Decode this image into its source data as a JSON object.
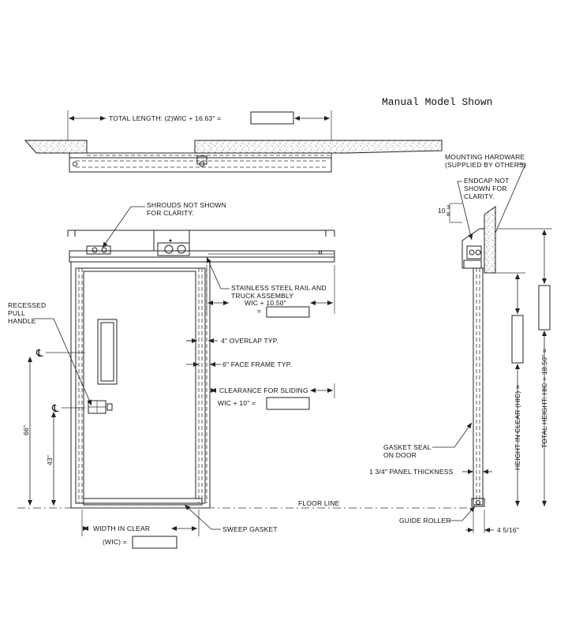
{
  "title": "Manual Model Shown",
  "labels": {
    "total_length": "TOTAL LENGTH: (2)WIC + 16.63\" =",
    "shrouds_1": "SHROUDS NOT SHOWN",
    "shrouds_2": "FOR CLARITY.",
    "mounting_1": "MOUNTING HARDWARE",
    "mounting_2": "(SUPPLIED BY OTHERS)",
    "endcap_1": "ENDCAP NOT",
    "endcap_2": "SHOWN FOR",
    "endcap_3": "CLARITY.",
    "dim_10_whole": "10",
    "dim_10_num": "3",
    "dim_10_den": "8",
    "recessed_1": "RECESSED",
    "recessed_2": "PULL",
    "recessed_3": "HANDLE",
    "rail_1": "STAINLESS STEEL RAIL AND",
    "rail_2": "TRUCK ASSEMBLY",
    "rail_3": "WIC + 10.50\"",
    "rail_4": "=",
    "overlap": "4\" OVERLAP TYP.",
    "face_frame": "6\" FACE FRAME TYP.",
    "clearance": "CLEARANCE FOR SLIDING",
    "clearance_2": "WIC + 10\" =",
    "dim_66": "66\"",
    "dim_43": "43\"",
    "cl_1": "℄",
    "cl_2": "℄",
    "floor_line": "FLOOR LINE",
    "width_clear": "WIDTH IN CLEAR",
    "wic": "(WIC) =",
    "sweep_gasket": "SWEEP GASKET",
    "height_clear": "HEIGHT IN CLEAR (HIC) =",
    "total_height": "TOTAL HEIGHT: HIC + 18.50\" =",
    "gasket_seal_1": "GASKET SEAL",
    "gasket_seal_2": "ON DOOR",
    "panel_thickness": "1 3/4\" PANEL THICKNESS",
    "guide_roller": "GUIDE ROLLER",
    "dim_4_5_16": "4 5/16\""
  }
}
